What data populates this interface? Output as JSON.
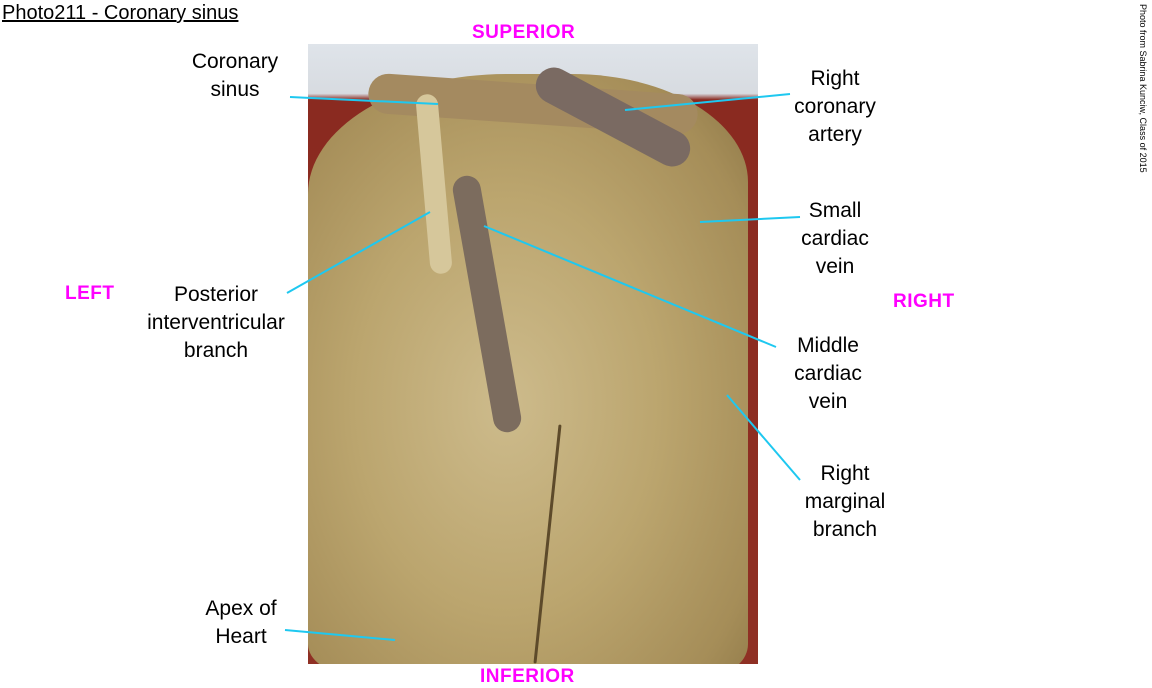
{
  "title": "Photo211 - Coronary sinus",
  "credit": "Photo from Sabrina Kunciw, Class of 2015",
  "directions": {
    "superior": "SUPERIOR",
    "inferior": "INFERIOR",
    "left": "LEFT",
    "right": "RIGHT"
  },
  "labels": {
    "coronary_sinus": [
      "Coronary",
      "sinus"
    ],
    "right_coronary_artery": [
      "Right",
      "coronary",
      "artery"
    ],
    "small_cardiac_vein": [
      "Small",
      "cardiac",
      "vein"
    ],
    "posterior_interventricular": [
      "Posterior",
      "interventricular",
      "branch"
    ],
    "middle_cardiac_vein": [
      "Middle",
      "cardiac",
      "vein"
    ],
    "right_marginal_branch": [
      "Right",
      "marginal",
      "branch"
    ],
    "apex": [
      "Apex of",
      "Heart"
    ]
  },
  "colors": {
    "direction": "#ff00ff",
    "leader_line": "#1ec8f0"
  }
}
